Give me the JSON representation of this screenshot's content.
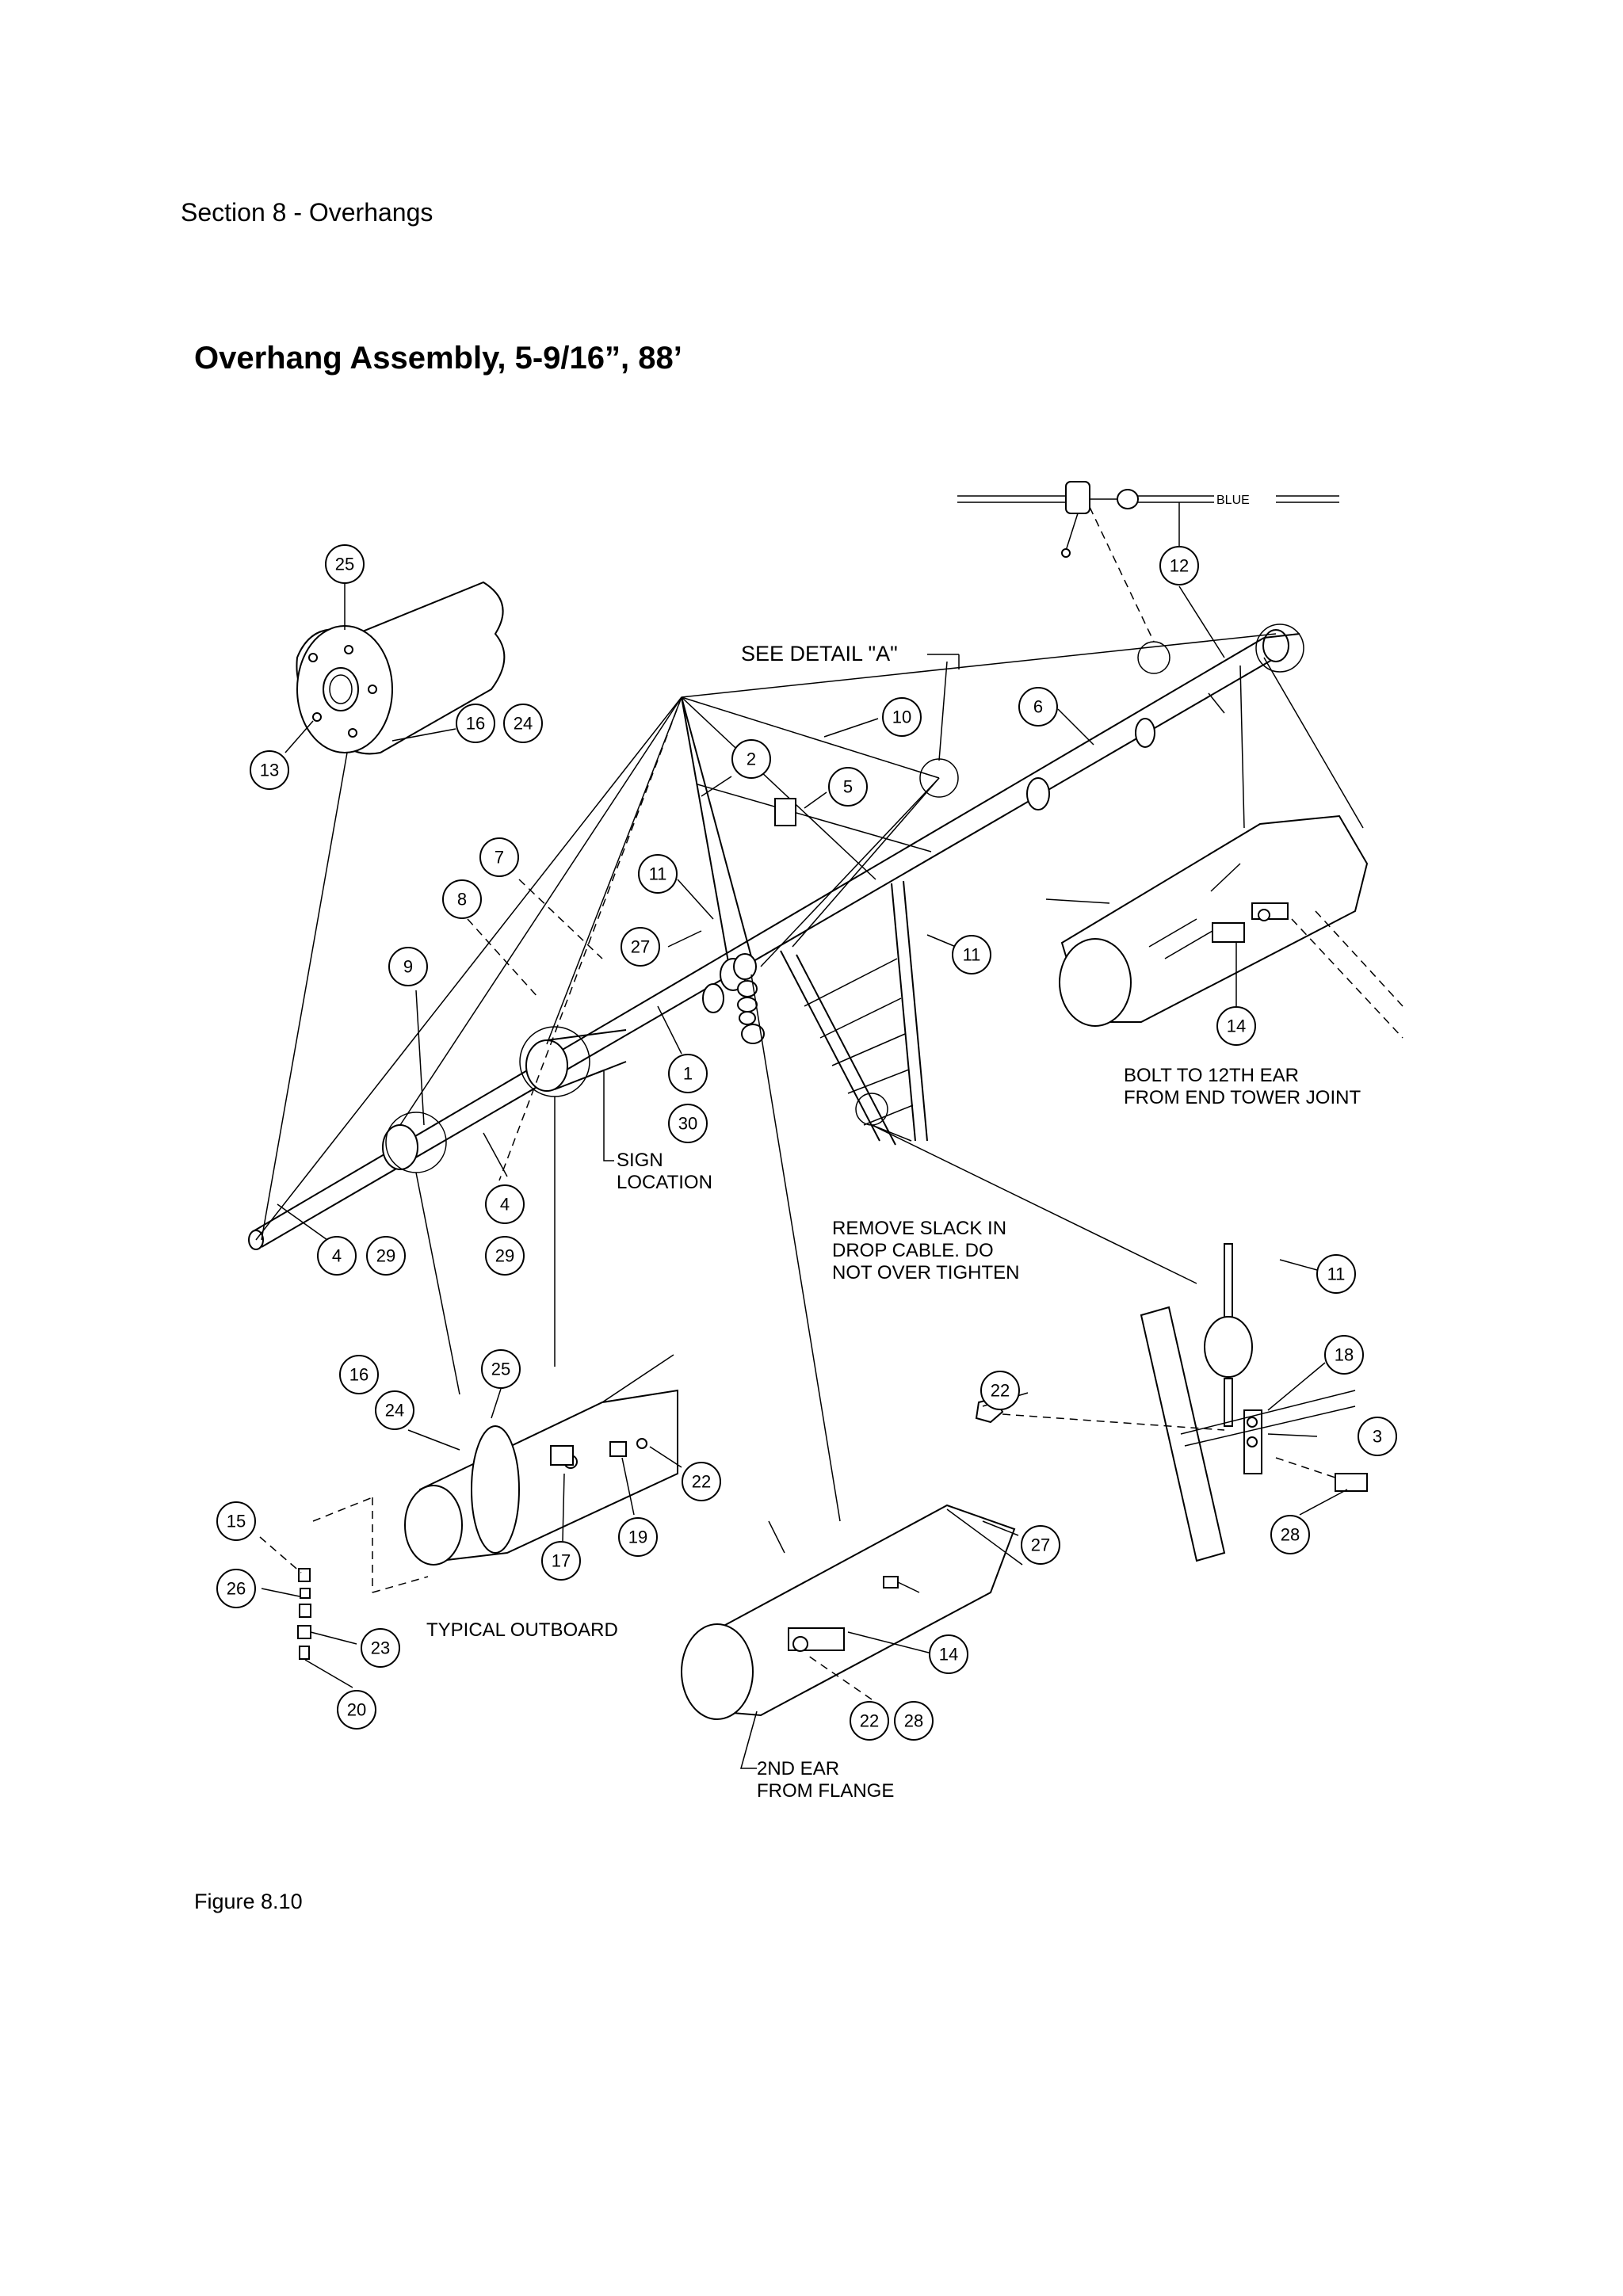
{
  "header": {
    "section": "Section 8 - Overhangs"
  },
  "title": "Overhang Assembly, 5-9/16”, 88’",
  "figure": {
    "caption": "Figure 8.10"
  },
  "notes": {
    "see_detail": "SEE DETAIL \"A\"",
    "blue": "BLUE",
    "bolt_line1": "BOLT TO 12TH EAR",
    "bolt_line2": "FROM END TOWER JOINT",
    "sign_line1": "SIGN",
    "sign_line2": "LOCATION",
    "slack_line1": "REMOVE SLACK IN",
    "slack_line2": "DROP CABLE. DO",
    "slack_line3": "NOT OVER TIGHTEN",
    "typical_outboard": "TYPICAL OUTBOARD",
    "ear_line1": "2ND EAR",
    "ear_line2": "FROM FLANGE"
  },
  "callouts": [
    "25",
    "13",
    "16",
    "24",
    "12",
    "6",
    "10",
    "2",
    "5",
    "7",
    "8",
    "11",
    "27",
    "9",
    "1",
    "30",
    "4",
    "29",
    "14",
    "11",
    "18",
    "3",
    "22",
    "28",
    "27",
    "16",
    "24",
    "25",
    "22",
    "19",
    "17",
    "15",
    "26",
    "23",
    "20",
    "14",
    "22",
    "28",
    "4",
    "29",
    "11"
  ]
}
